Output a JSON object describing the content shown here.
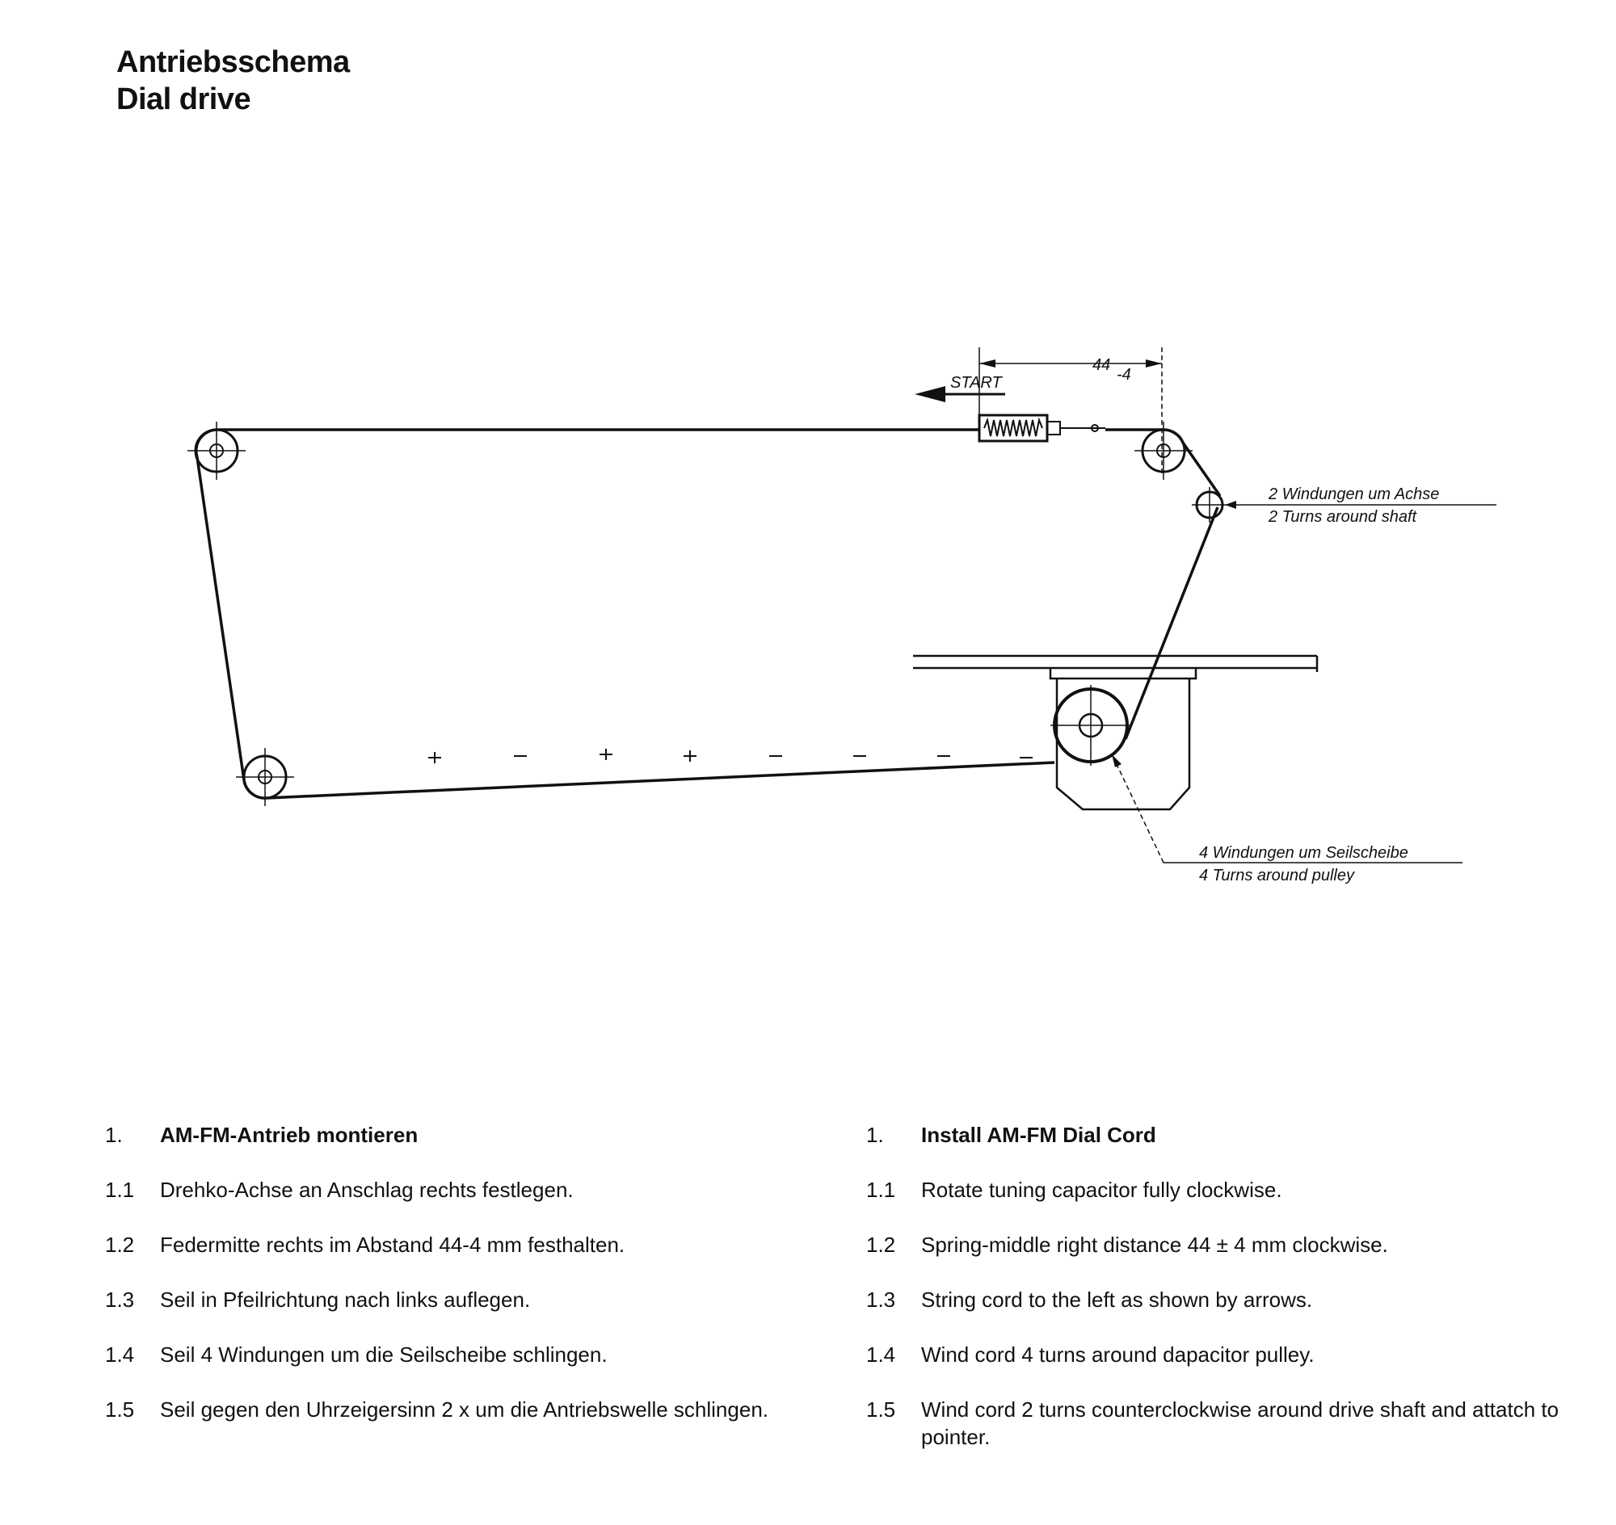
{
  "title": {
    "de": "Antriebsschema",
    "en": "Dial drive"
  },
  "diagram": {
    "start_label": "START",
    "dimension_value": "44",
    "dimension_tolerance": "-4",
    "shaft_note_de": "2 Windungen um Achse",
    "shaft_note_en": "2 Turns around shaft",
    "pulley_note_de": "4 Windungen um Seilscheibe",
    "pulley_note_en": "4 Turns around pulley"
  },
  "instructions": {
    "de": [
      {
        "num": "1.",
        "text": "AM-FM-Antrieb montieren"
      },
      {
        "num": "1.1",
        "text": "Drehko-Achse an Anschlag rechts festlegen."
      },
      {
        "num": "1.2",
        "text": "Federmitte rechts im Abstand 44-4 mm festhalten."
      },
      {
        "num": "1.3",
        "text": "Seil in Pfeilrichtung nach links auflegen."
      },
      {
        "num": "1.4",
        "text": "Seil 4 Windungen um die Seilscheibe schlingen."
      },
      {
        "num": "1.5",
        "text": "Seil gegen den Uhrzeigersinn 2 x um die Antriebswelle schlingen."
      }
    ],
    "en": [
      {
        "num": "1.",
        "text": "Install AM-FM Dial Cord"
      },
      {
        "num": "1.1",
        "text": "Rotate tuning capacitor fully clockwise."
      },
      {
        "num": "1.2",
        "text": "Spring-middle right distance 44 ± 4 mm clockwise."
      },
      {
        "num": "1.3",
        "text": "String cord to the left as shown by arrows."
      },
      {
        "num": "1.4",
        "text": "Wind cord 4 turns around dapacitor pulley."
      },
      {
        "num": "1.5",
        "text": "Wind cord 2 turns counterclockwise around drive shaft and attatch to pointer."
      }
    ]
  },
  "colors": {
    "ink": "#111111",
    "paper": "#ffffff"
  }
}
